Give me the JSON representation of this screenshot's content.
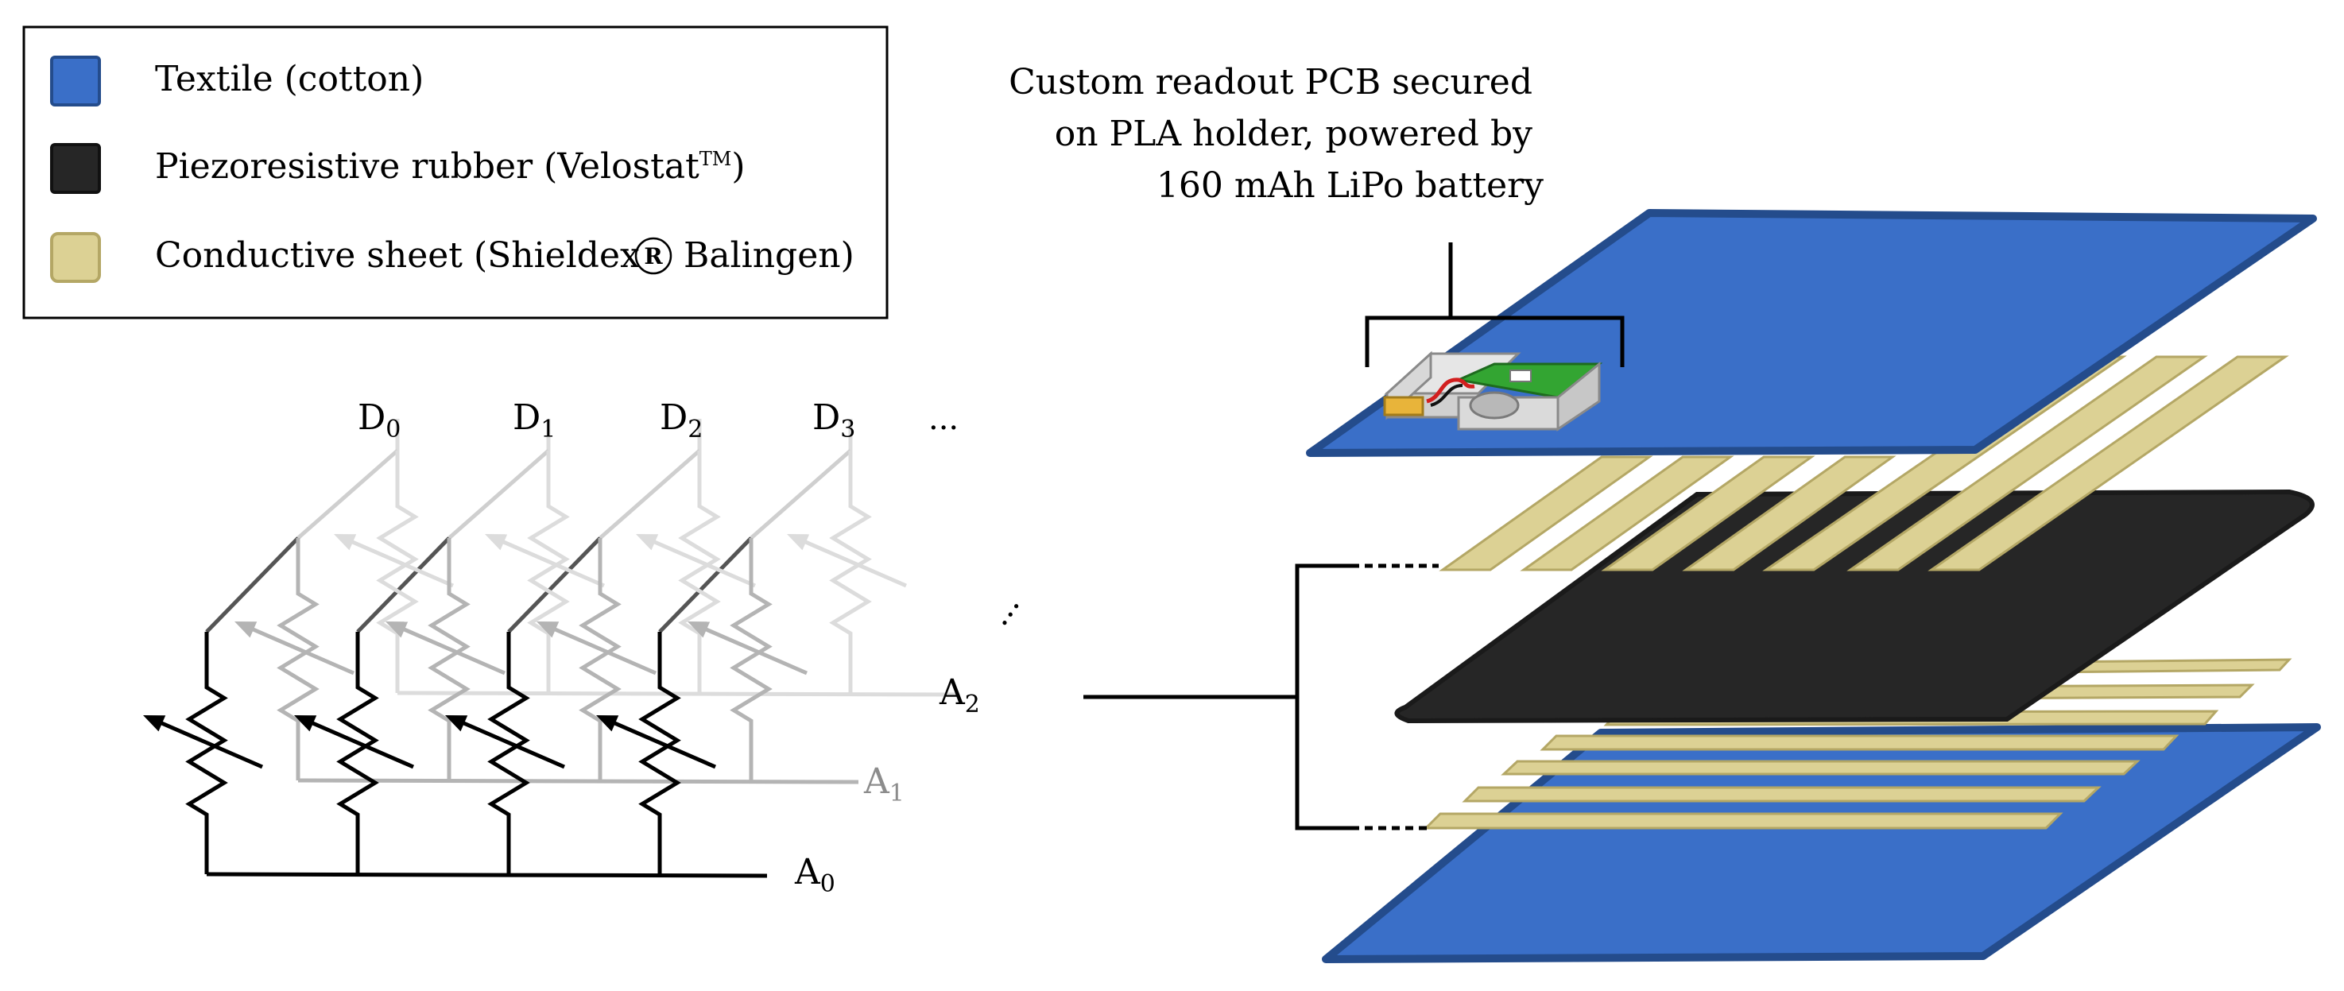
{
  "legend": {
    "items": [
      {
        "key": "textile",
        "label": "Textile (cotton)",
        "fill": "#3A6FC8",
        "stroke": "#244C8C"
      },
      {
        "key": "rubber",
        "label": "Piezoresistive rubber (Velostat",
        "suffix": "TM",
        "closing": ")",
        "fill": "#262626",
        "stroke": "#111111"
      },
      {
        "key": "conductive",
        "label": "Conductive sheet (Shieldex",
        "mark": "R",
        "rest": " Balingen)",
        "fill": "#DCD194",
        "stroke": "#B4A765"
      }
    ]
  },
  "circuit": {
    "columns": [
      {
        "letter": "D",
        "index": "0"
      },
      {
        "letter": "D",
        "index": "1"
      },
      {
        "letter": "D",
        "index": "2"
      },
      {
        "letter": "D",
        "index": "3"
      }
    ],
    "more_columns": "...",
    "rows": [
      {
        "letter": "A",
        "index": "0",
        "color": "#000000"
      },
      {
        "letter": "A",
        "index": "1",
        "color": "#A8A8A8"
      },
      {
        "letter": "A",
        "index": "2",
        "color": "#D4D4D4"
      }
    ],
    "more_rows": "..."
  },
  "annotation": {
    "lines": [
      "Custom readout PCB secured",
      "on PLA holder, powered by",
      "160 mAh LiPo battery"
    ]
  },
  "colors": {
    "textile": "#3A6FC8",
    "textile_edge": "#244C8C",
    "rubber": "#262626",
    "conductive": "#DCD194",
    "conductive_edge": "#B4A765",
    "pcb": "#33A532",
    "battery": "#E8B43A"
  }
}
